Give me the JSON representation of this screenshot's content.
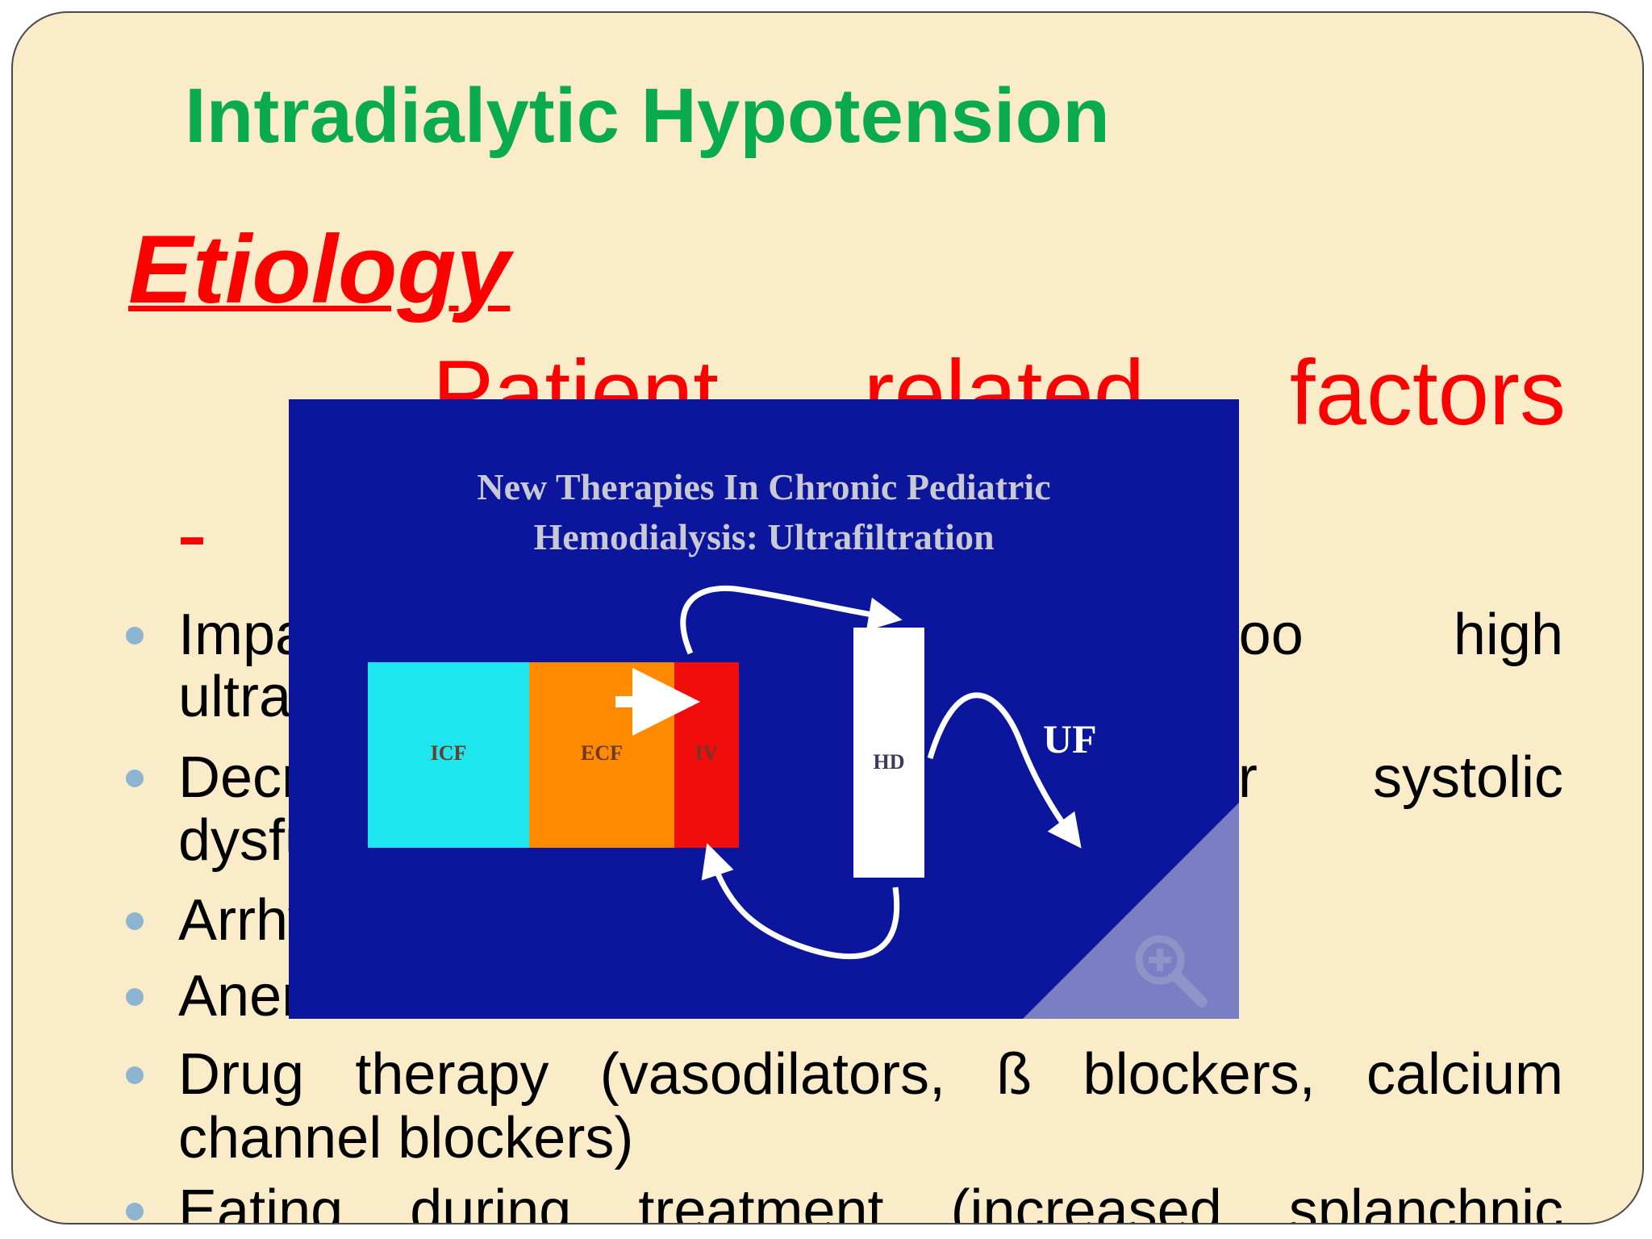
{
  "slide": {
    "title": "Intradialytic Hypotension",
    "subtitle": "Etiology",
    "heading_line1": "Patient related factors",
    "heading_line2": "-"
  },
  "bullets": [
    {
      "line1": "Impaired cardiac output (too high",
      "line2": "ultrafiltration)"
    },
    {
      "line1": "Decreased ventricular filling or systolic",
      "line2": "dysfunction"
    },
    {
      "line1": "Arrhythmias"
    },
    {
      "line1": "Anemia"
    },
    {
      "line1": "Drug therapy (vasodilators, ß blockers, calcium",
      "line2": "channel blockers)"
    },
    {
      "line1": "Eating during treatment (increased splanchnic"
    }
  ],
  "overlay_image": {
    "title_line1": "New Therapies In Chronic Pediatric",
    "title_line2": "Hemodialysis: Ultrafiltration",
    "box_icf": "ICF",
    "box_ecf": "ECF",
    "box_iv": "IV",
    "box_hd": "HD",
    "uf_label": "UF",
    "colors": {
      "background": "#0b169c",
      "icf": "#1ee6ee",
      "ecf": "#ff8a00",
      "iv": "#f20d0d",
      "hd": "#ffffff"
    }
  },
  "zoom_control": {
    "icon": "zoom-in-icon"
  }
}
